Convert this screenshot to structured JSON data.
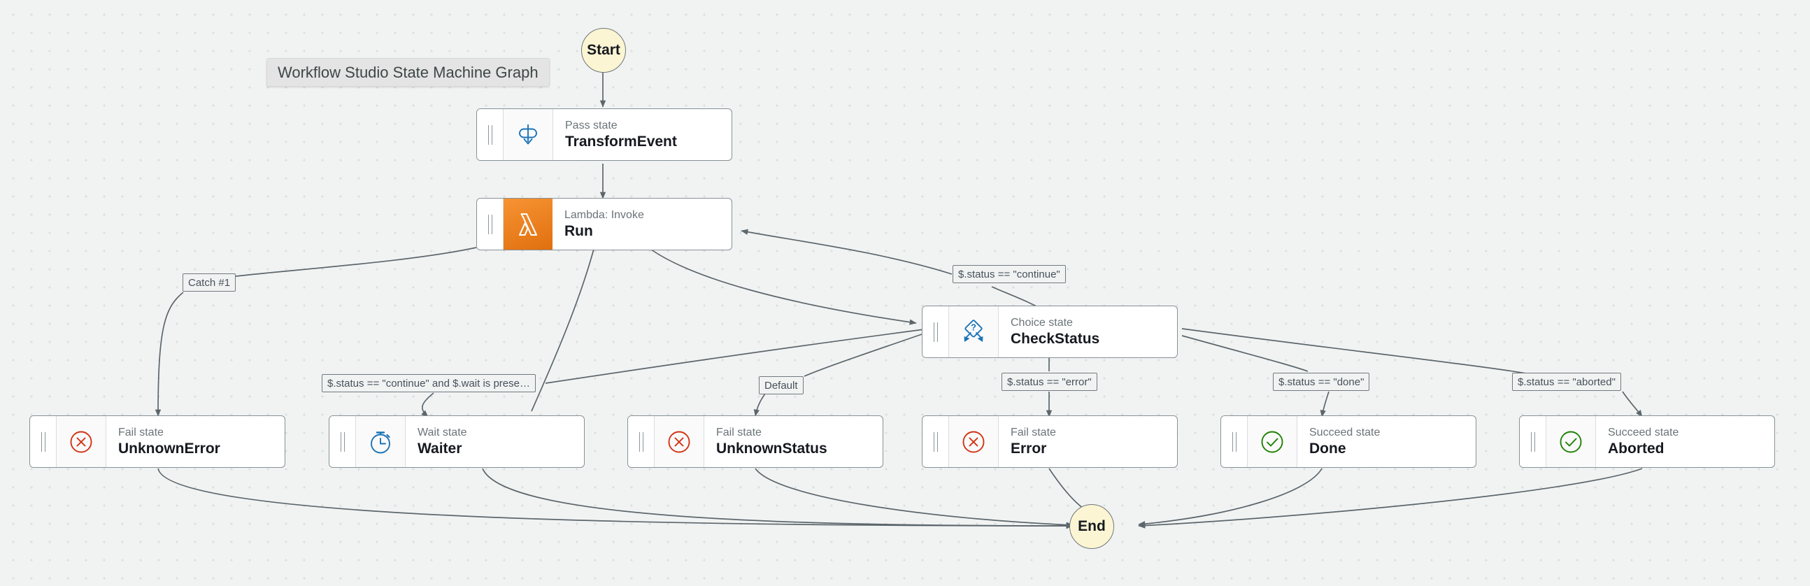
{
  "graph": {
    "title": "Workflow Studio State Machine Graph",
    "start_label": "Start",
    "end_label": "End",
    "colors": {
      "canvas_background": "#f1f3f3",
      "grid_dot": "#dcdfdf",
      "terminal_fill": "#fbf5d3",
      "terminal_stroke": "#6f7679",
      "card_border": "#879196",
      "card_background": "#ffffff",
      "type_text": "#6a7478",
      "name_text": "#16191f",
      "edge_stroke": "#5c666b",
      "lambda_orange": "#e0700f",
      "fail_red": "#d13212",
      "succeed_green": "#1d8102",
      "blue_icon": "#1a73b8",
      "title_chip": "#e4e4e4"
    }
  },
  "states": [
    {
      "id": "transform-event",
      "type": "Pass state",
      "name": "TransformEvent",
      "icon": "pass-state-icon"
    },
    {
      "id": "run",
      "type": "Lambda: Invoke",
      "name": "Run",
      "icon": "lambda-icon"
    },
    {
      "id": "check-status",
      "type": "Choice state",
      "name": "CheckStatus",
      "icon": "choice-state-icon"
    },
    {
      "id": "unknown-error",
      "type": "Fail state",
      "name": "UnknownError",
      "icon": "fail-state-icon"
    },
    {
      "id": "waiter",
      "type": "Wait state",
      "name": "Waiter",
      "icon": "wait-state-icon"
    },
    {
      "id": "unknown-status",
      "type": "Fail state",
      "name": "UnknownStatus",
      "icon": "fail-state-icon"
    },
    {
      "id": "error",
      "type": "Fail state",
      "name": "Error",
      "icon": "fail-state-icon"
    },
    {
      "id": "done",
      "type": "Succeed state",
      "name": "Done",
      "icon": "succeed-state-icon"
    },
    {
      "id": "aborted",
      "type": "Succeed state",
      "name": "Aborted",
      "icon": "succeed-state-icon"
    }
  ],
  "edge_labels": [
    {
      "id": "catch-1",
      "text": "Catch #1"
    },
    {
      "id": "continue",
      "text": "$.status == \"continue\""
    },
    {
      "id": "continue-wait",
      "text": "$.status == \"continue\" and $.wait is prese…"
    },
    {
      "id": "default",
      "text": "Default"
    },
    {
      "id": "error-cond",
      "text": "$.status == \"error\""
    },
    {
      "id": "done-cond",
      "text": "$.status == \"done\""
    },
    {
      "id": "aborted-cond",
      "text": "$.status == \"aborted\""
    }
  ]
}
